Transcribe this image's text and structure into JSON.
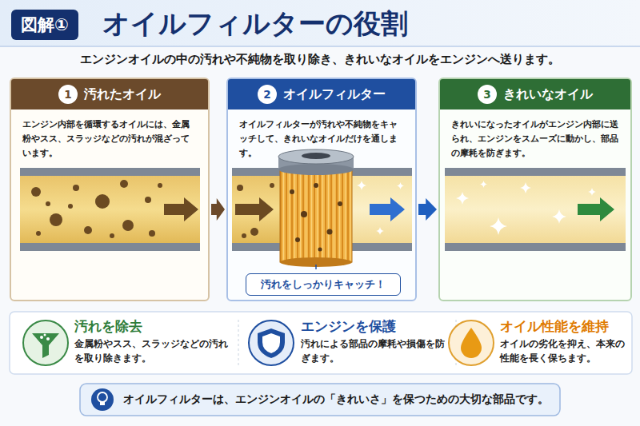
{
  "diagram": {
    "title": "オイルフィルターの役割",
    "nodes": [
      {
        "text": [
          "1",
          "汚れたオイル",
          "エンジン内部を循環するオイルには、金属粉やスス、スラッジなどの汚れが混ざっています。"
        ]
      },
      {
        "text": [
          "2",
          "オイルフィルター",
          "オイルフィルターが汚れや不純物をキャッチして、きれいなオイルだけを通します。"
        ]
      },
      {
        "text": [
          "汚れをしっかりキャッチ！"
        ],
        "in": 1
      },
      {
        "text": [
          "3",
          "きれいなオイル",
          "きれいになったオイルがエンジン内部に送られ、エンジンをスムーズに動かし、部品の摩耗を防ぎます。"
        ]
      },
      {
        "text": [
          "汚れを除去",
          "金属粉やスス、スラッジなどの汚れを取り除きます。"
        ]
      },
      {
        "text": [
          "エンジンを保護",
          "汚れによる部品の摩耗や損傷を防ぎます。"
        ]
      },
      {
        "text": [
          "オイル性能を維持",
          "オイルの劣化を抑え、本来の性能を長く保ちます。"
        ]
      },
      {
        "text": [
          "オイルフィルターは、エンジンオイルの「きれいさ」を保つための大切な部品です。"
        ]
      }
    ],
    "edges": [
      {
        "from": 0,
        "to": 1,
        "arrow": "to"
      },
      {
        "from": 1,
        "to": 3,
        "arrow": "to"
      }
    ],
    "labels": [
      "図解①",
      "エンジンオイルの中の汚れや不純物を取り除き、きれいなオイルをエンジンへ送ります。"
    ]
  }
}
